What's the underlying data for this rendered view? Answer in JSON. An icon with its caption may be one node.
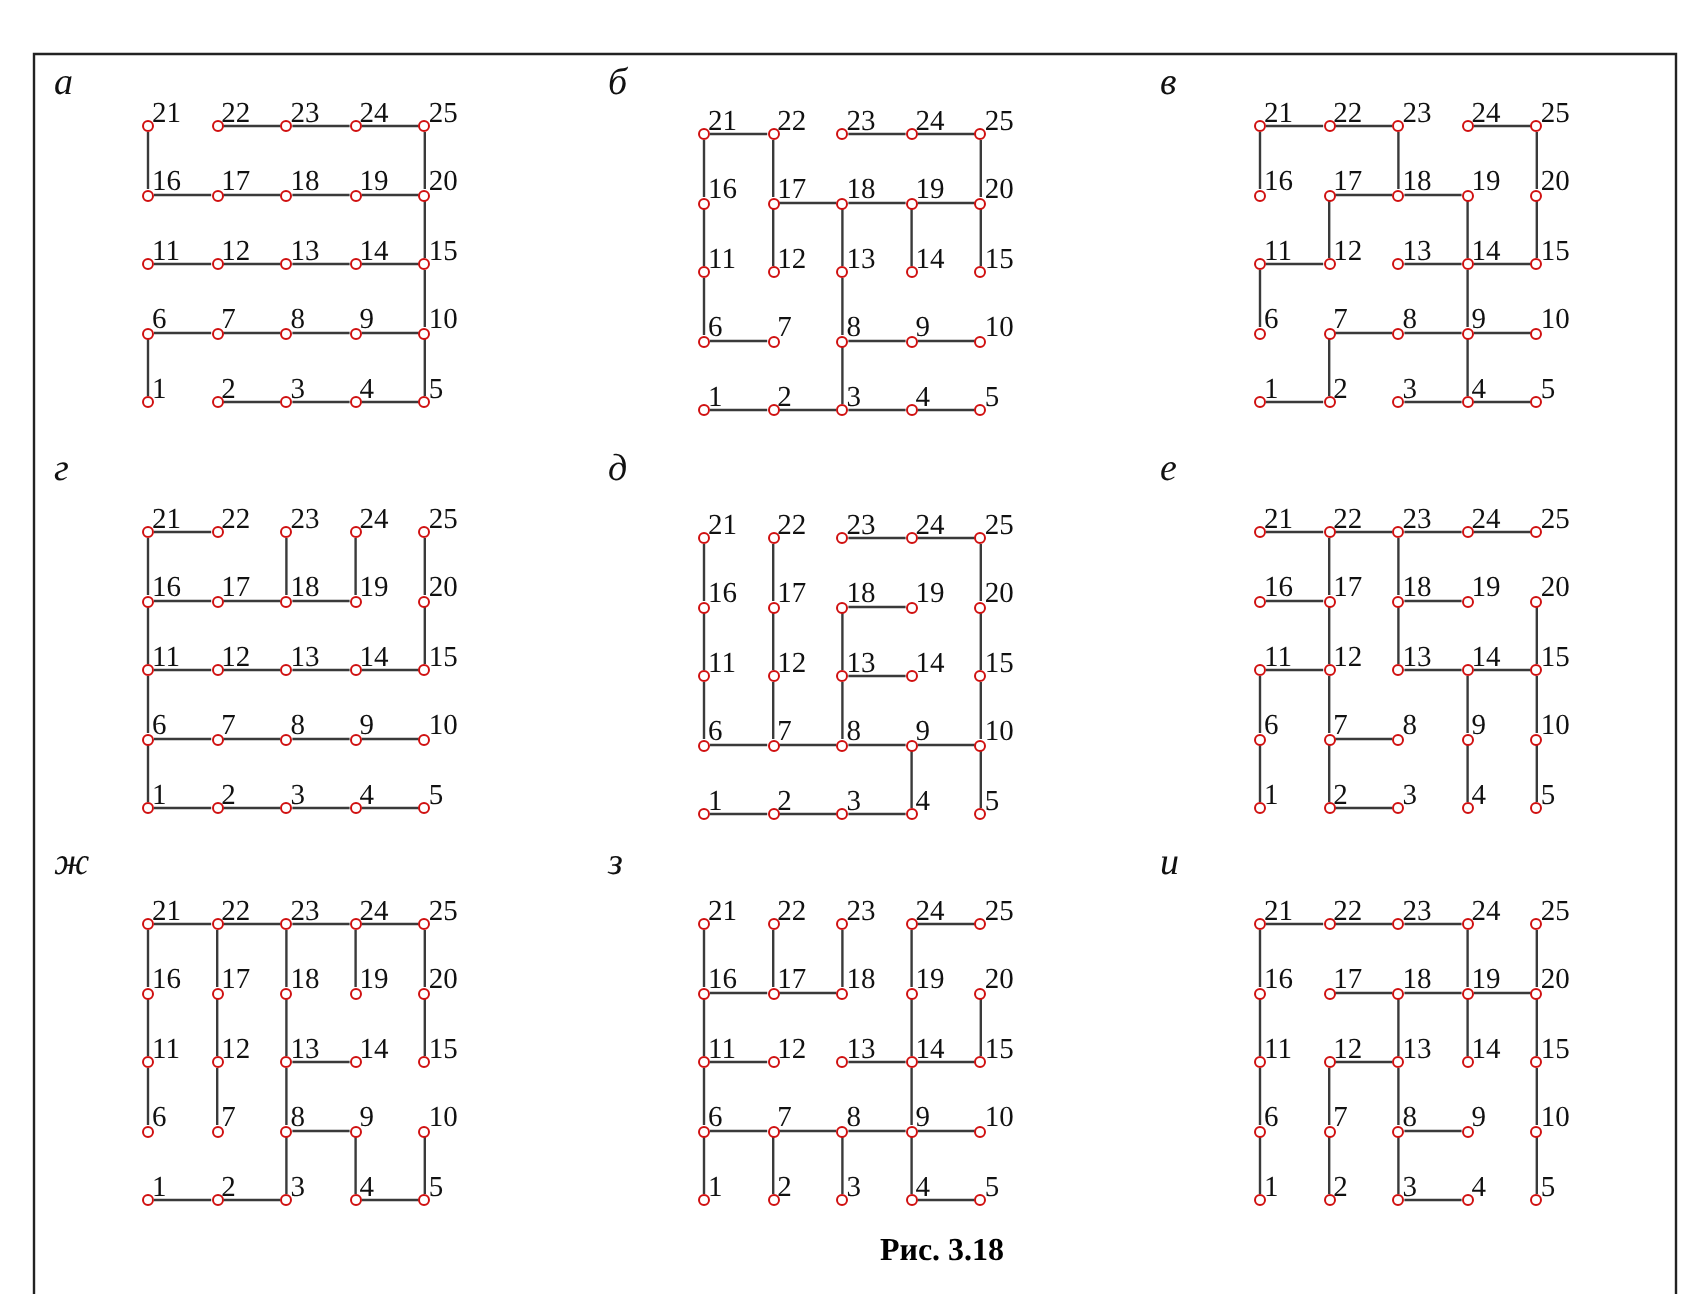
{
  "diagram": {
    "caption": "Рис. 3.18",
    "nodes": [
      {
        "text": [
          "1"
        ]
      },
      {
        "text": [
          "2"
        ]
      },
      {
        "text": [
          "3"
        ]
      },
      {
        "text": [
          "4"
        ]
      },
      {
        "text": [
          "5"
        ]
      },
      {
        "text": [
          "6"
        ]
      },
      {
        "text": [
          "7"
        ]
      },
      {
        "text": [
          "8"
        ]
      },
      {
        "text": [
          "9"
        ]
      },
      {
        "text": [
          "10"
        ]
      },
      {
        "text": [
          "11"
        ]
      },
      {
        "text": [
          "12"
        ]
      },
      {
        "text": [
          "13"
        ]
      },
      {
        "text": [
          "14"
        ]
      },
      {
        "text": [
          "15"
        ]
      },
      {
        "text": [
          "16"
        ]
      },
      {
        "text": [
          "17"
        ]
      },
      {
        "text": [
          "18"
        ]
      },
      {
        "text": [
          "19"
        ]
      },
      {
        "text": [
          "20"
        ]
      },
      {
        "text": [
          "21"
        ]
      },
      {
        "text": [
          "22"
        ]
      },
      {
        "text": [
          "23"
        ]
      },
      {
        "text": [
          "24"
        ]
      },
      {
        "text": [
          "25"
        ]
      },
      {
        "text": [
          "1"
        ]
      },
      {
        "text": [
          "2"
        ]
      },
      {
        "text": [
          "3"
        ]
      },
      {
        "text": [
          "4"
        ]
      },
      {
        "text": [
          "5"
        ]
      },
      {
        "text": [
          "6"
        ]
      },
      {
        "text": [
          "7"
        ]
      },
      {
        "text": [
          "8"
        ]
      },
      {
        "text": [
          "9"
        ]
      },
      {
        "text": [
          "10"
        ]
      },
      {
        "text": [
          "11"
        ]
      },
      {
        "text": [
          "12"
        ]
      },
      {
        "text": [
          "13"
        ]
      },
      {
        "text": [
          "14"
        ]
      },
      {
        "text": [
          "15"
        ]
      },
      {
        "text": [
          "16"
        ]
      },
      {
        "text": [
          "17"
        ]
      },
      {
        "text": [
          "18"
        ]
      },
      {
        "text": [
          "19"
        ]
      },
      {
        "text": [
          "20"
        ]
      },
      {
        "text": [
          "21"
        ]
      },
      {
        "text": [
          "22"
        ]
      },
      {
        "text": [
          "23"
        ]
      },
      {
        "text": [
          "24"
        ]
      },
      {
        "text": [
          "25"
        ]
      },
      {
        "text": [
          "1"
        ]
      },
      {
        "text": [
          "2"
        ]
      },
      {
        "text": [
          "3"
        ]
      },
      {
        "text": [
          "4"
        ]
      },
      {
        "text": [
          "5"
        ]
      },
      {
        "text": [
          "6"
        ]
      },
      {
        "text": [
          "7"
        ]
      },
      {
        "text": [
          "8"
        ]
      },
      {
        "text": [
          "9"
        ]
      },
      {
        "text": [
          "10"
        ]
      },
      {
        "text": [
          "11"
        ]
      },
      {
        "text": [
          "12"
        ]
      },
      {
        "text": [
          "13"
        ]
      },
      {
        "text": [
          "14"
        ]
      },
      {
        "text": [
          "15"
        ]
      },
      {
        "text": [
          "16"
        ]
      },
      {
        "text": [
          "17"
        ]
      },
      {
        "text": [
          "18"
        ]
      },
      {
        "text": [
          "19"
        ]
      },
      {
        "text": [
          "20"
        ]
      },
      {
        "text": [
          "21"
        ]
      },
      {
        "text": [
          "22"
        ]
      },
      {
        "text": [
          "23"
        ]
      },
      {
        "text": [
          "24"
        ]
      },
      {
        "text": [
          "25"
        ]
      },
      {
        "text": [
          "1"
        ]
      },
      {
        "text": [
          "2"
        ]
      },
      {
        "text": [
          "3"
        ]
      },
      {
        "text": [
          "4"
        ]
      },
      {
        "text": [
          "5"
        ]
      },
      {
        "text": [
          "6"
        ]
      },
      {
        "text": [
          "7"
        ]
      },
      {
        "text": [
          "8"
        ]
      },
      {
        "text": [
          "9"
        ]
      },
      {
        "text": [
          "10"
        ]
      },
      {
        "text": [
          "11"
        ]
      },
      {
        "text": [
          "12"
        ]
      },
      {
        "text": [
          "13"
        ]
      },
      {
        "text": [
          "14"
        ]
      },
      {
        "text": [
          "15"
        ]
      },
      {
        "text": [
          "16"
        ]
      },
      {
        "text": [
          "17"
        ]
      },
      {
        "text": [
          "18"
        ]
      },
      {
        "text": [
          "19"
        ]
      },
      {
        "text": [
          "20"
        ]
      },
      {
        "text": [
          "21"
        ]
      },
      {
        "text": [
          "22"
        ]
      },
      {
        "text": [
          "23"
        ]
      },
      {
        "text": [
          "24"
        ]
      },
      {
        "text": [
          "25"
        ]
      },
      {
        "text": [
          "1"
        ]
      },
      {
        "text": [
          "2"
        ]
      },
      {
        "text": [
          "3"
        ]
      },
      {
        "text": [
          "4"
        ]
      },
      {
        "text": [
          "5"
        ]
      },
      {
        "text": [
          "6"
        ]
      },
      {
        "text": [
          "7"
        ]
      },
      {
        "text": [
          "8"
        ]
      },
      {
        "text": [
          "9"
        ]
      },
      {
        "text": [
          "10"
        ]
      },
      {
        "text": [
          "11"
        ]
      },
      {
        "text": [
          "12"
        ]
      },
      {
        "text": [
          "13"
        ]
      },
      {
        "text": [
          "14"
        ]
      },
      {
        "text": [
          "15"
        ]
      },
      {
        "text": [
          "16"
        ]
      },
      {
        "text": [
          "17"
        ]
      },
      {
        "text": [
          "18"
        ]
      },
      {
        "text": [
          "19"
        ]
      },
      {
        "text": [
          "20"
        ]
      },
      {
        "text": [
          "21"
        ]
      },
      {
        "text": [
          "22"
        ]
      },
      {
        "text": [
          "23"
        ]
      },
      {
        "text": [
          "24"
        ]
      },
      {
        "text": [
          "25"
        ]
      },
      {
        "text": [
          "1"
        ]
      },
      {
        "text": [
          "2"
        ]
      },
      {
        "text": [
          "3"
        ]
      },
      {
        "text": [
          "4"
        ]
      },
      {
        "text": [
          "5"
        ]
      },
      {
        "text": [
          "6"
        ]
      },
      {
        "text": [
          "7"
        ]
      },
      {
        "text": [
          "8"
        ]
      },
      {
        "text": [
          "9"
        ]
      },
      {
        "text": [
          "10"
        ]
      },
      {
        "text": [
          "11"
        ]
      },
      {
        "text": [
          "12"
        ]
      },
      {
        "text": [
          "13"
        ]
      },
      {
        "text": [
          "14"
        ]
      },
      {
        "text": [
          "15"
        ]
      },
      {
        "text": [
          "16"
        ]
      },
      {
        "text": [
          "17"
        ]
      },
      {
        "text": [
          "18"
        ]
      },
      {
        "text": [
          "19"
        ]
      },
      {
        "text": [
          "20"
        ]
      },
      {
        "text": [
          "21"
        ]
      },
      {
        "text": [
          "22"
        ]
      },
      {
        "text": [
          "23"
        ]
      },
      {
        "text": [
          "24"
        ]
      },
      {
        "text": [
          "25"
        ]
      },
      {
        "text": [
          "1"
        ]
      },
      {
        "text": [
          "2"
        ]
      },
      {
        "text": [
          "3"
        ]
      },
      {
        "text": [
          "4"
        ]
      },
      {
        "text": [
          "5"
        ]
      },
      {
        "text": [
          "6"
        ]
      },
      {
        "text": [
          "7"
        ]
      },
      {
        "text": [
          "8"
        ]
      },
      {
        "text": [
          "9"
        ]
      },
      {
        "text": [
          "10"
        ]
      },
      {
        "text": [
          "11"
        ]
      },
      {
        "text": [
          "12"
        ]
      },
      {
        "text": [
          "13"
        ]
      },
      {
        "text": [
          "14"
        ]
      },
      {
        "text": [
          "15"
        ]
      },
      {
        "text": [
          "16"
        ]
      },
      {
        "text": [
          "17"
        ]
      },
      {
        "text": [
          "18"
        ]
      },
      {
        "text": [
          "19"
        ]
      },
      {
        "text": [
          "20"
        ]
      },
      {
        "text": [
          "21"
        ]
      },
      {
        "text": [
          "22"
        ]
      },
      {
        "text": [
          "23"
        ]
      },
      {
        "text": [
          "24"
        ]
      },
      {
        "text": [
          "25"
        ]
      },
      {
        "text": [
          "1"
        ]
      },
      {
        "text": [
          "2"
        ]
      },
      {
        "text": [
          "3"
        ]
      },
      {
        "text": [
          "4"
        ]
      },
      {
        "text": [
          "5"
        ]
      },
      {
        "text": [
          "6"
        ]
      },
      {
        "text": [
          "7"
        ]
      },
      {
        "text": [
          "8"
        ]
      },
      {
        "text": [
          "9"
        ]
      },
      {
        "text": [
          "10"
        ]
      },
      {
        "text": [
          "11"
        ]
      },
      {
        "text": [
          "12"
        ]
      },
      {
        "text": [
          "13"
        ]
      },
      {
        "text": [
          "14"
        ]
      },
      {
        "text": [
          "15"
        ]
      },
      {
        "text": [
          "16"
        ]
      },
      {
        "text": [
          "17"
        ]
      },
      {
        "text": [
          "18"
        ]
      },
      {
        "text": [
          "19"
        ]
      },
      {
        "text": [
          "20"
        ]
      },
      {
        "text": [
          "21"
        ]
      },
      {
        "text": [
          "22"
        ]
      },
      {
        "text": [
          "23"
        ]
      },
      {
        "text": [
          "24"
        ]
      },
      {
        "text": [
          "25"
        ]
      },
      {
        "text": [
          "1"
        ]
      },
      {
        "text": [
          "2"
        ]
      },
      {
        "text": [
          "3"
        ]
      },
      {
        "text": [
          "4"
        ]
      },
      {
        "text": [
          "5"
        ]
      },
      {
        "text": [
          "6"
        ]
      },
      {
        "text": [
          "7"
        ]
      },
      {
        "text": [
          "8"
        ]
      },
      {
        "text": [
          "9"
        ]
      },
      {
        "text": [
          "10"
        ]
      },
      {
        "text": [
          "11"
        ]
      },
      {
        "text": [
          "12"
        ]
      },
      {
        "text": [
          "13"
        ]
      },
      {
        "text": [
          "14"
        ]
      },
      {
        "text": [
          "15"
        ]
      },
      {
        "text": [
          "16"
        ]
      },
      {
        "text": [
          "17"
        ]
      },
      {
        "text": [
          "18"
        ]
      },
      {
        "text": [
          "19"
        ]
      },
      {
        "text": [
          "20"
        ]
      },
      {
        "text": [
          "21"
        ]
      },
      {
        "text": [
          "22"
        ]
      },
      {
        "text": [
          "23"
        ]
      },
      {
        "text": [
          "24"
        ]
      },
      {
        "text": [
          "25"
        ]
      }
    ],
    "edges": [
      {
        "from": 20,
        "to": 15,
        "arrow": "none"
      },
      {
        "from": 21,
        "to": 22,
        "arrow": "none"
      },
      {
        "from": 22,
        "to": 23,
        "arrow": "none"
      },
      {
        "from": 23,
        "to": 24,
        "arrow": "none"
      },
      {
        "from": 24,
        "to": 19,
        "arrow": "none"
      },
      {
        "from": 15,
        "to": 16,
        "arrow": "none"
      },
      {
        "from": 16,
        "to": 17,
        "arrow": "none"
      },
      {
        "from": 17,
        "to": 18,
        "arrow": "none"
      },
      {
        "from": 18,
        "to": 19,
        "arrow": "none"
      },
      {
        "from": 19,
        "to": 14,
        "arrow": "none"
      },
      {
        "from": 10,
        "to": 11,
        "arrow": "none"
      },
      {
        "from": 11,
        "to": 12,
        "arrow": "none"
      },
      {
        "from": 12,
        "to": 13,
        "arrow": "none"
      },
      {
        "from": 13,
        "to": 14,
        "arrow": "none"
      },
      {
        "from": 14,
        "to": 9,
        "arrow": "none"
      },
      {
        "from": 5,
        "to": 6,
        "arrow": "none"
      },
      {
        "from": 6,
        "to": 7,
        "arrow": "none"
      },
      {
        "from": 7,
        "to": 8,
        "arrow": "none"
      },
      {
        "from": 8,
        "to": 9,
        "arrow": "none"
      },
      {
        "from": 5,
        "to": 0,
        "arrow": "none"
      },
      {
        "from": 9,
        "to": 4,
        "arrow": "none"
      },
      {
        "from": 1,
        "to": 2,
        "arrow": "none"
      },
      {
        "from": 2,
        "to": 3,
        "arrow": "none"
      },
      {
        "from": 3,
        "to": 4,
        "arrow": "none"
      },
      {
        "from": 45,
        "to": 46,
        "arrow": "none"
      },
      {
        "from": 47,
        "to": 48,
        "arrow": "none"
      },
      {
        "from": 48,
        "to": 49,
        "arrow": "none"
      },
      {
        "from": 45,
        "to": 40,
        "arrow": "none"
      },
      {
        "from": 40,
        "to": 35,
        "arrow": "none"
      },
      {
        "from": 35,
        "to": 30,
        "arrow": "none"
      },
      {
        "from": 30,
        "to": 31,
        "arrow": "none"
      },
      {
        "from": 46,
        "to": 41,
        "arrow": "none"
      },
      {
        "from": 41,
        "to": 42,
        "arrow": "none"
      },
      {
        "from": 42,
        "to": 43,
        "arrow": "none"
      },
      {
        "from": 43,
        "to": 44,
        "arrow": "none"
      },
      {
        "from": 41,
        "to": 36,
        "arrow": "none"
      },
      {
        "from": 42,
        "to": 37,
        "arrow": "none"
      },
      {
        "from": 37,
        "to": 32,
        "arrow": "none"
      },
      {
        "from": 32,
        "to": 27,
        "arrow": "none"
      },
      {
        "from": 43,
        "to": 38,
        "arrow": "none"
      },
      {
        "from": 44,
        "to": 39,
        "arrow": "none"
      },
      {
        "from": 49,
        "to": 44,
        "arrow": "none"
      },
      {
        "from": 32,
        "to": 33,
        "arrow": "none"
      },
      {
        "from": 33,
        "to": 34,
        "arrow": "none"
      },
      {
        "from": 25,
        "to": 26,
        "arrow": "none"
      },
      {
        "from": 26,
        "to": 27,
        "arrow": "none"
      },
      {
        "from": 27,
        "to": 28,
        "arrow": "none"
      },
      {
        "from": 28,
        "to": 29,
        "arrow": "none"
      },
      {
        "from": 70,
        "to": 71,
        "arrow": "none"
      },
      {
        "from": 71,
        "to": 72,
        "arrow": "none"
      },
      {
        "from": 70,
        "to": 65,
        "arrow": "none"
      },
      {
        "from": 72,
        "to": 67,
        "arrow": "none"
      },
      {
        "from": 73,
        "to": 74,
        "arrow": "none"
      },
      {
        "from": 74,
        "to": 69,
        "arrow": "none"
      },
      {
        "from": 69,
        "to": 64,
        "arrow": "none"
      },
      {
        "from": 66,
        "to": 67,
        "arrow": "none"
      },
      {
        "from": 67,
        "to": 68,
        "arrow": "none"
      },
      {
        "from": 66,
        "to": 61,
        "arrow": "none"
      },
      {
        "from": 60,
        "to": 61,
        "arrow": "none"
      },
      {
        "from": 60,
        "to": 55,
        "arrow": "none"
      },
      {
        "from": 68,
        "to": 63,
        "arrow": "none"
      },
      {
        "from": 62,
        "to": 63,
        "arrow": "none"
      },
      {
        "from": 63,
        "to": 64,
        "arrow": "none"
      },
      {
        "from": 63,
        "to": 58,
        "arrow": "none"
      },
      {
        "from": 56,
        "to": 57,
        "arrow": "none"
      },
      {
        "from": 57,
        "to": 58,
        "arrow": "none"
      },
      {
        "from": 58,
        "to": 59,
        "arrow": "none"
      },
      {
        "from": 56,
        "to": 51,
        "arrow": "none"
      },
      {
        "from": 50,
        "to": 51,
        "arrow": "none"
      },
      {
        "from": 58,
        "to": 53,
        "arrow": "none"
      },
      {
        "from": 52,
        "to": 53,
        "arrow": "none"
      },
      {
        "from": 53,
        "to": 54,
        "arrow": "none"
      },
      {
        "from": 95,
        "to": 96,
        "arrow": "none"
      },
      {
        "from": 95,
        "to": 90,
        "arrow": "none"
      },
      {
        "from": 97,
        "to": 92,
        "arrow": "none"
      },
      {
        "from": 98,
        "to": 93,
        "arrow": "none"
      },
      {
        "from": 99,
        "to": 94,
        "arrow": "none"
      },
      {
        "from": 90,
        "to": 91,
        "arrow": "none"
      },
      {
        "from": 91,
        "to": 92,
        "arrow": "none"
      },
      {
        "from": 92,
        "to": 93,
        "arrow": "none"
      },
      {
        "from": 94,
        "to": 89,
        "arrow": "none"
      },
      {
        "from": 90,
        "to": 85,
        "arrow": "none"
      },
      {
        "from": 85,
        "to": 86,
        "arrow": "none"
      },
      {
        "from": 86,
        "to": 87,
        "arrow": "none"
      },
      {
        "from": 87,
        "to": 88,
        "arrow": "none"
      },
      {
        "from": 88,
        "to": 89,
        "arrow": "none"
      },
      {
        "from": 85,
        "to": 80,
        "arrow": "none"
      },
      {
        "from": 80,
        "to": 81,
        "arrow": "none"
      },
      {
        "from": 81,
        "to": 82,
        "arrow": "none"
      },
      {
        "from": 82,
        "to": 83,
        "arrow": "none"
      },
      {
        "from": 83,
        "to": 84,
        "arrow": "none"
      },
      {
        "from": 80,
        "to": 75,
        "arrow": "none"
      },
      {
        "from": 75,
        "to": 76,
        "arrow": "none"
      },
      {
        "from": 76,
        "to": 77,
        "arrow": "none"
      },
      {
        "from": 77,
        "to": 78,
        "arrow": "none"
      },
      {
        "from": 78,
        "to": 79,
        "arrow": "none"
      },
      {
        "from": 122,
        "to": 123,
        "arrow": "none"
      },
      {
        "from": 123,
        "to": 124,
        "arrow": "none"
      },
      {
        "from": 120,
        "to": 115,
        "arrow": "none"
      },
      {
        "from": 115,
        "to": 110,
        "arrow": "none"
      },
      {
        "from": 110,
        "to": 105,
        "arrow": "none"
      },
      {
        "from": 121,
        "to": 116,
        "arrow": "none"
      },
      {
        "from": 116,
        "to": 111,
        "arrow": "none"
      },
      {
        "from": 111,
        "to": 106,
        "arrow": "none"
      },
      {
        "from": 117,
        "to": 118,
        "arrow": "none"
      },
      {
        "from": 117,
        "to": 112,
        "arrow": "none"
      },
      {
        "from": 112,
        "to": 113,
        "arrow": "none"
      },
      {
        "from": 112,
        "to": 107,
        "arrow": "none"
      },
      {
        "from": 124,
        "to": 119,
        "arrow": "none"
      },
      {
        "from": 119,
        "to": 114,
        "arrow": "none"
      },
      {
        "from": 114,
        "to": 109,
        "arrow": "none"
      },
      {
        "from": 105,
        "to": 106,
        "arrow": "none"
      },
      {
        "from": 106,
        "to": 107,
        "arrow": "none"
      },
      {
        "from": 107,
        "to": 108,
        "arrow": "none"
      },
      {
        "from": 108,
        "to": 109,
        "arrow": "none"
      },
      {
        "from": 108,
        "to": 103,
        "arrow": "none"
      },
      {
        "from": 109,
        "to": 104,
        "arrow": "none"
      },
      {
        "from": 100,
        "to": 101,
        "arrow": "none"
      },
      {
        "from": 101,
        "to": 102,
        "arrow": "none"
      },
      {
        "from": 102,
        "to": 103,
        "arrow": "none"
      },
      {
        "from": 145,
        "to": 146,
        "arrow": "none"
      },
      {
        "from": 146,
        "to": 147,
        "arrow": "none"
      },
      {
        "from": 147,
        "to": 148,
        "arrow": "none"
      },
      {
        "from": 148,
        "to": 149,
        "arrow": "none"
      },
      {
        "from": 146,
        "to": 141,
        "arrow": "none"
      },
      {
        "from": 147,
        "to": 142,
        "arrow": "none"
      },
      {
        "from": 140,
        "to": 141,
        "arrow": "none"
      },
      {
        "from": 142,
        "to": 143,
        "arrow": "none"
      },
      {
        "from": 141,
        "to": 136,
        "arrow": "none"
      },
      {
        "from": 142,
        "to": 137,
        "arrow": "none"
      },
      {
        "from": 144,
        "to": 139,
        "arrow": "none"
      },
      {
        "from": 135,
        "to": 136,
        "arrow": "none"
      },
      {
        "from": 137,
        "to": 138,
        "arrow": "none"
      },
      {
        "from": 138,
        "to": 139,
        "arrow": "none"
      },
      {
        "from": 135,
        "to": 130,
        "arrow": "none"
      },
      {
        "from": 130,
        "to": 125,
        "arrow": "none"
      },
      {
        "from": 136,
        "to": 131,
        "arrow": "none"
      },
      {
        "from": 131,
        "to": 132,
        "arrow": "none"
      },
      {
        "from": 131,
        "to": 126,
        "arrow": "none"
      },
      {
        "from": 126,
        "to": 127,
        "arrow": "none"
      },
      {
        "from": 138,
        "to": 133,
        "arrow": "none"
      },
      {
        "from": 133,
        "to": 128,
        "arrow": "none"
      },
      {
        "from": 139,
        "to": 134,
        "arrow": "none"
      },
      {
        "from": 134,
        "to": 129,
        "arrow": "none"
      },
      {
        "from": 170,
        "to": 171,
        "arrow": "none"
      },
      {
        "from": 171,
        "to": 172,
        "arrow": "none"
      },
      {
        "from": 172,
        "to": 173,
        "arrow": "none"
      },
      {
        "from": 173,
        "to": 174,
        "arrow": "none"
      },
      {
        "from": 170,
        "to": 165,
        "arrow": "none"
      },
      {
        "from": 165,
        "to": 160,
        "arrow": "none"
      },
      {
        "from": 160,
        "to": 155,
        "arrow": "none"
      },
      {
        "from": 171,
        "to": 166,
        "arrow": "none"
      },
      {
        "from": 166,
        "to": 161,
        "arrow": "none"
      },
      {
        "from": 161,
        "to": 156,
        "arrow": "none"
      },
      {
        "from": 172,
        "to": 167,
        "arrow": "none"
      },
      {
        "from": 167,
        "to": 162,
        "arrow": "none"
      },
      {
        "from": 162,
        "to": 163,
        "arrow": "none"
      },
      {
        "from": 162,
        "to": 157,
        "arrow": "none"
      },
      {
        "from": 173,
        "to": 168,
        "arrow": "none"
      },
      {
        "from": 174,
        "to": 169,
        "arrow": "none"
      },
      {
        "from": 169,
        "to": 164,
        "arrow": "none"
      },
      {
        "from": 157,
        "to": 158,
        "arrow": "none"
      },
      {
        "from": 158,
        "to": 153,
        "arrow": "none"
      },
      {
        "from": 157,
        "to": 152,
        "arrow": "none"
      },
      {
        "from": 150,
        "to": 151,
        "arrow": "none"
      },
      {
        "from": 151,
        "to": 152,
        "arrow": "none"
      },
      {
        "from": 153,
        "to": 154,
        "arrow": "none"
      },
      {
        "from": 159,
        "to": 154,
        "arrow": "none"
      },
      {
        "from": 195,
        "to": 190,
        "arrow": "none"
      },
      {
        "from": 196,
        "to": 191,
        "arrow": "none"
      },
      {
        "from": 197,
        "to": 192,
        "arrow": "none"
      },
      {
        "from": 198,
        "to": 199,
        "arrow": "none"
      },
      {
        "from": 198,
        "to": 193,
        "arrow": "none"
      },
      {
        "from": 190,
        "to": 191,
        "arrow": "none"
      },
      {
        "from": 191,
        "to": 192,
        "arrow": "none"
      },
      {
        "from": 190,
        "to": 185,
        "arrow": "none"
      },
      {
        "from": 185,
        "to": 186,
        "arrow": "none"
      },
      {
        "from": 185,
        "to": 180,
        "arrow": "none"
      },
      {
        "from": 193,
        "to": 188,
        "arrow": "none"
      },
      {
        "from": 187,
        "to": 188,
        "arrow": "none"
      },
      {
        "from": 188,
        "to": 189,
        "arrow": "none"
      },
      {
        "from": 189,
        "to": 194,
        "arrow": "none"
      },
      {
        "from": 180,
        "to": 181,
        "arrow": "none"
      },
      {
        "from": 181,
        "to": 182,
        "arrow": "none"
      },
      {
        "from": 182,
        "to": 183,
        "arrow": "none"
      },
      {
        "from": 183,
        "to": 184,
        "arrow": "none"
      },
      {
        "from": 180,
        "to": 175,
        "arrow": "none"
      },
      {
        "from": 181,
        "to": 176,
        "arrow": "none"
      },
      {
        "from": 182,
        "to": 177,
        "arrow": "none"
      },
      {
        "from": 188,
        "to": 183,
        "arrow": "none"
      },
      {
        "from": 183,
        "to": 178,
        "arrow": "none"
      },
      {
        "from": 178,
        "to": 179,
        "arrow": "none"
      },
      {
        "from": 220,
        "to": 221,
        "arrow": "none"
      },
      {
        "from": 221,
        "to": 222,
        "arrow": "none"
      },
      {
        "from": 222,
        "to": 223,
        "arrow": "none"
      },
      {
        "from": 220,
        "to": 215,
        "arrow": "none"
      },
      {
        "from": 215,
        "to": 210,
        "arrow": "none"
      },
      {
        "from": 210,
        "to": 205,
        "arrow": "none"
      },
      {
        "from": 205,
        "to": 200,
        "arrow": "none"
      },
      {
        "from": 223,
        "to": 218,
        "arrow": "none"
      },
      {
        "from": 216,
        "to": 217,
        "arrow": "none"
      },
      {
        "from": 217,
        "to": 218,
        "arrow": "none"
      },
      {
        "from": 218,
        "to": 219,
        "arrow": "none"
      },
      {
        "from": 224,
        "to": 219,
        "arrow": "none"
      },
      {
        "from": 218,
        "to": 213,
        "arrow": "none"
      },
      {
        "from": 217,
        "to": 212,
        "arrow": "none"
      },
      {
        "from": 211,
        "to": 212,
        "arrow": "none"
      },
      {
        "from": 211,
        "to": 206,
        "arrow": "none"
      },
      {
        "from": 206,
        "to": 201,
        "arrow": "none"
      },
      {
        "from": 212,
        "to": 207,
        "arrow": "none"
      },
      {
        "from": 207,
        "to": 208,
        "arrow": "none"
      },
      {
        "from": 207,
        "to": 202,
        "arrow": "none"
      },
      {
        "from": 202,
        "to": 203,
        "arrow": "none"
      },
      {
        "from": 219,
        "to": 214,
        "arrow": "none"
      },
      {
        "from": 214,
        "to": 209,
        "arrow": "none"
      },
      {
        "from": 209,
        "to": 204,
        "arrow": "none"
      }
    ],
    "labels": [
      "а",
      "б",
      "в",
      "г",
      "д",
      "е",
      "ж",
      "з",
      "и"
    ]
  }
}
